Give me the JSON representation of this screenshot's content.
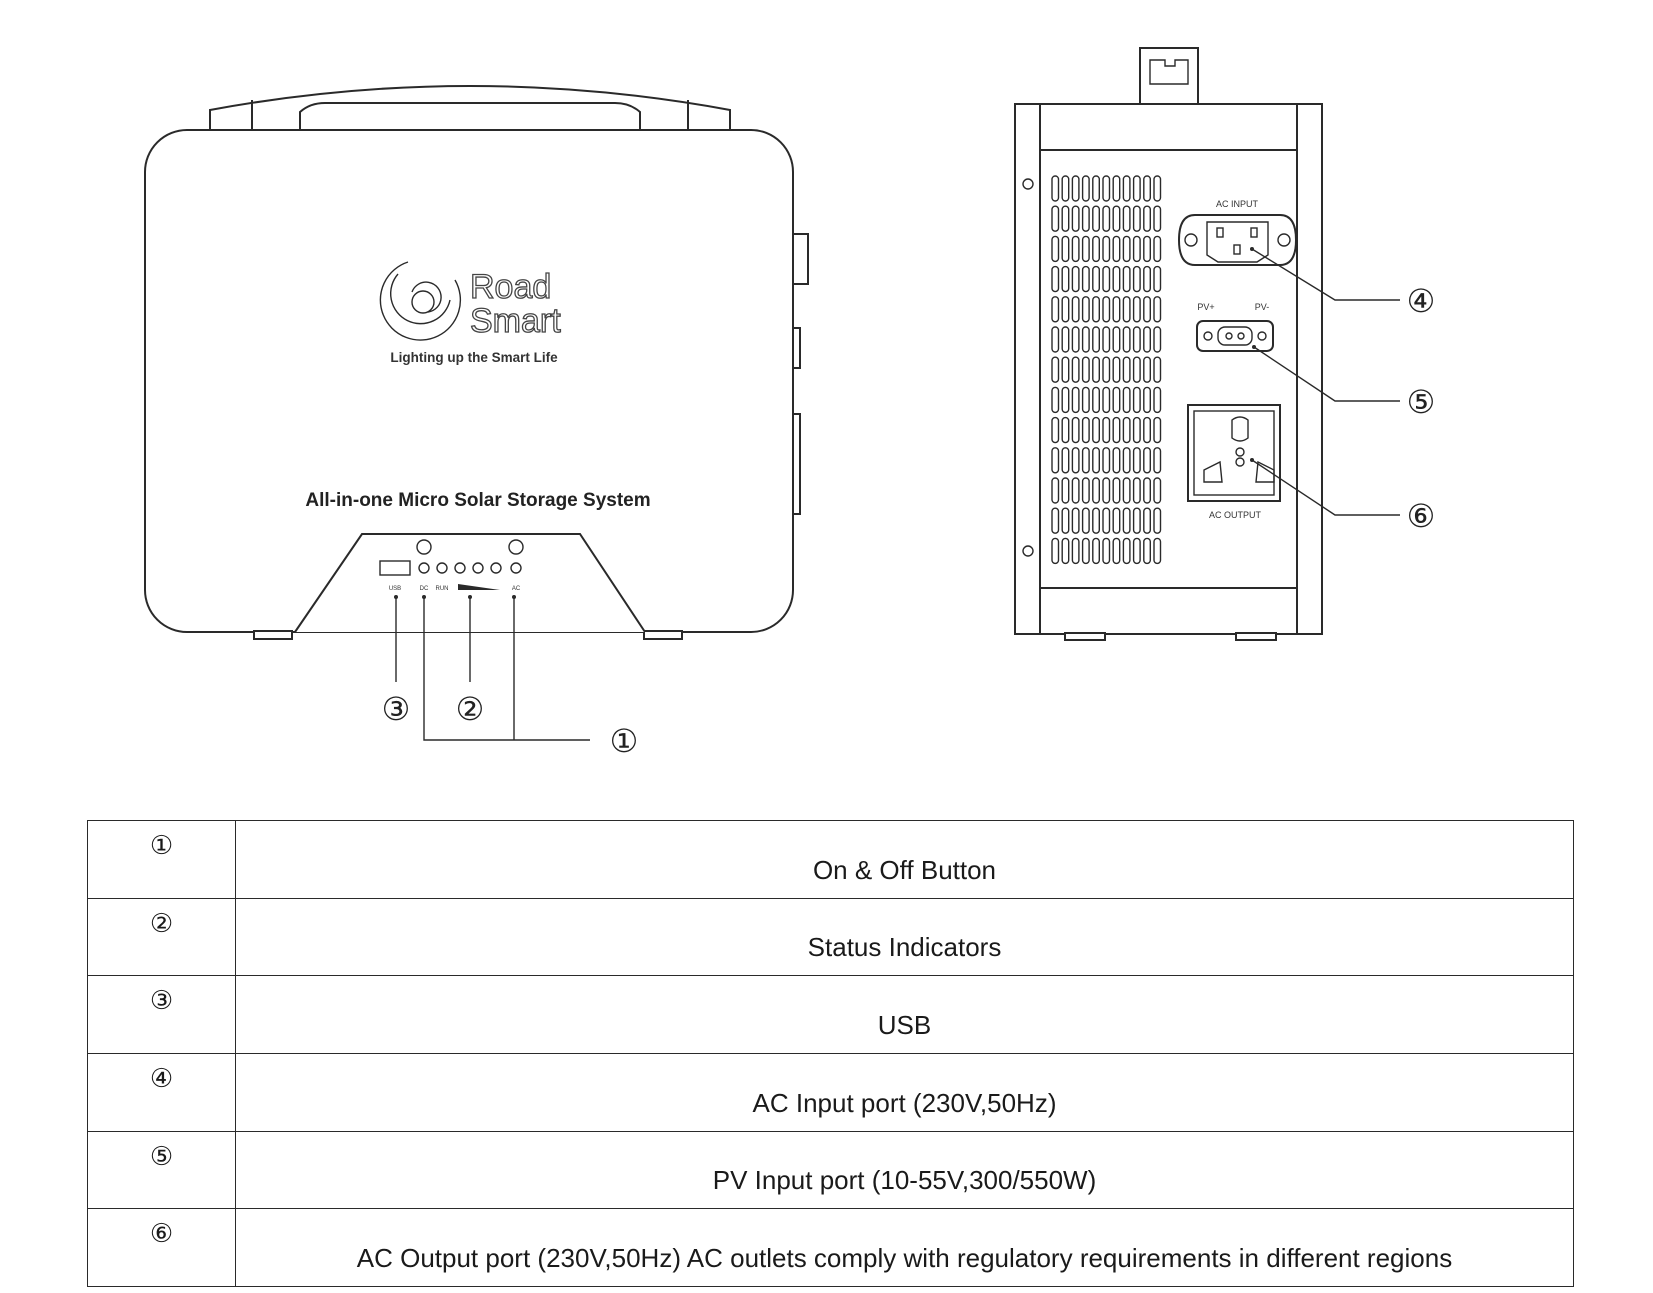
{
  "front": {
    "brand_line1": "Road",
    "brand_line2": "Smart",
    "tagline": "Lighting up the Smart Life",
    "product_title": "All-in-one Micro Solar Storage System",
    "panel_labels": {
      "usb": "USB",
      "dc": "DC",
      "run": "RUN",
      "ac": "AC"
    }
  },
  "side": {
    "ac_input_label": "AC INPUT",
    "pv_plus_label": "PV+",
    "pv_minus_label": "PV-",
    "ac_output_label": "AC OUTPUT"
  },
  "callouts": [
    "①",
    "②",
    "③",
    "④",
    "⑤",
    "⑥"
  ],
  "legend": [
    {
      "marker": "①",
      "description": "On & Off Button"
    },
    {
      "marker": "②",
      "description": "Status Indicators"
    },
    {
      "marker": "③",
      "description": "USB"
    },
    {
      "marker": "④",
      "description": "AC Input port (230V,50Hz)"
    },
    {
      "marker": "⑤",
      "description": "PV Input port (10-55V,300/550W)"
    },
    {
      "marker": "⑥",
      "description": "AC Output port (230V,50Hz) AC outlets comply with regulatory requirements in different regions"
    }
  ]
}
